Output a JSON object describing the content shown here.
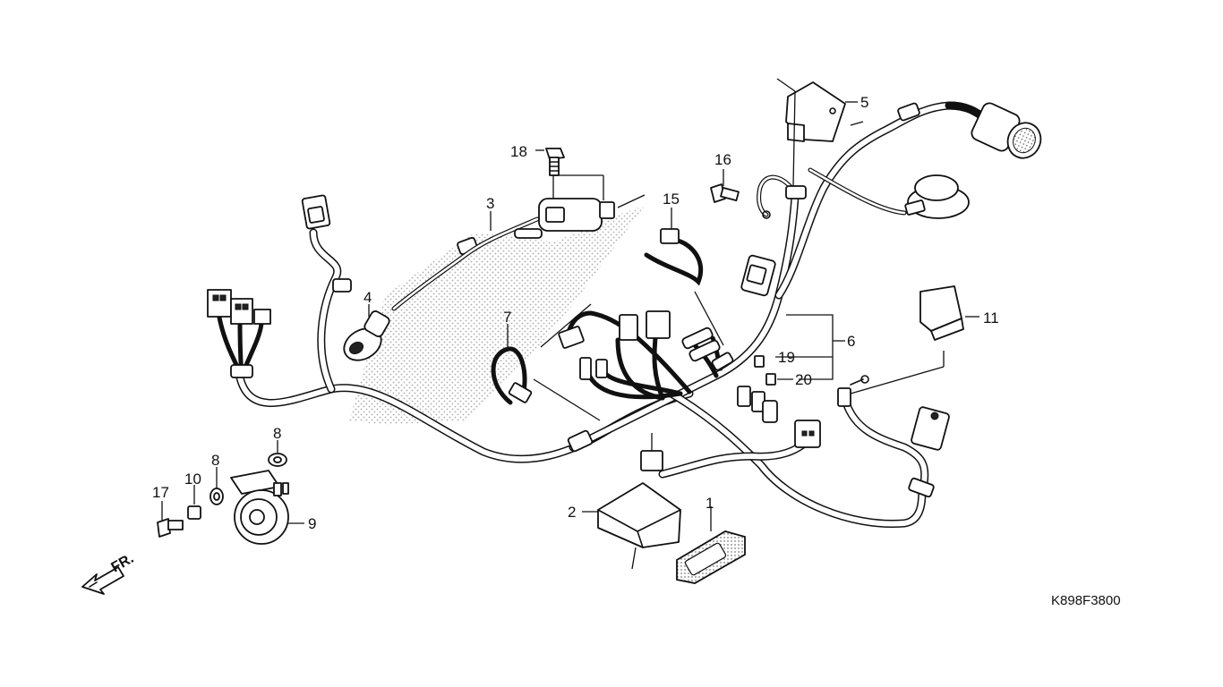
{
  "diagram": {
    "drawing_code": "K898F3800",
    "front_marker": "FR.",
    "callouts": {
      "c1": "1",
      "c2": "2",
      "c3": "3",
      "c4": "4",
      "c5": "5",
      "c6": "6",
      "c7": "7",
      "c8a": "8",
      "c8b": "8",
      "c9": "9",
      "c10": "10",
      "c11": "11",
      "c15": "15",
      "c16": "16",
      "c17": "17",
      "c18": "18",
      "c19": "19",
      "c20": "20"
    }
  }
}
